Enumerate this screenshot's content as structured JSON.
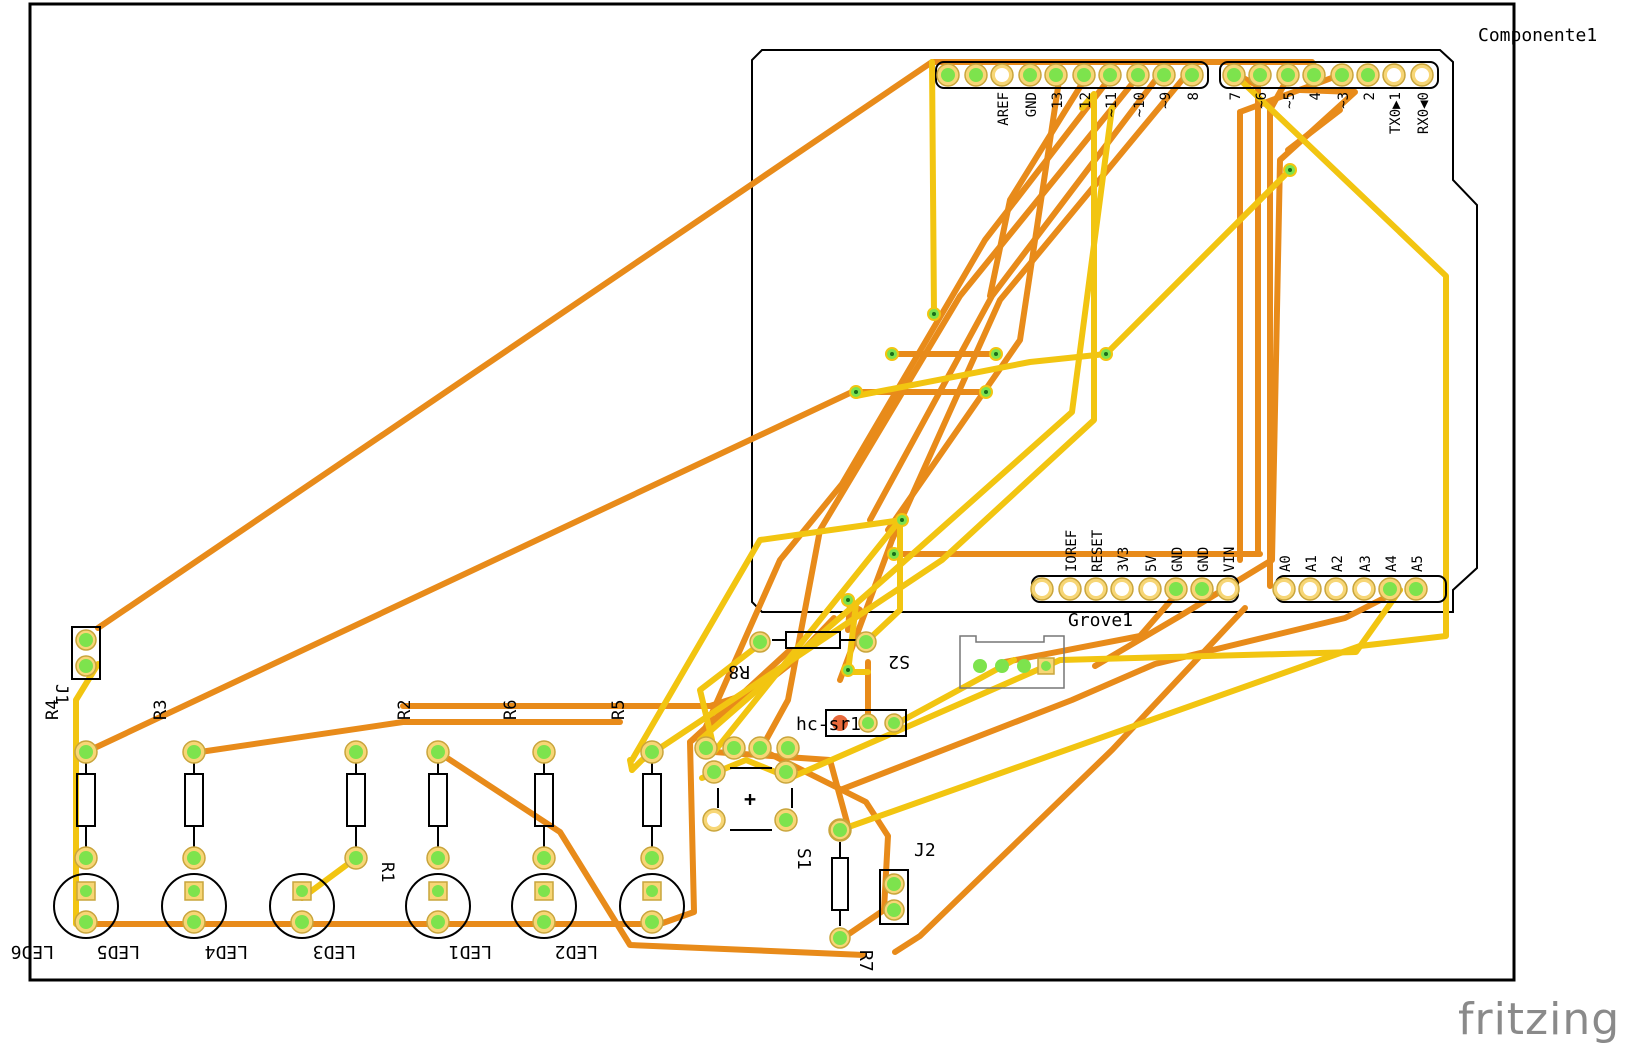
{
  "brand": "fritzing",
  "board": {
    "component_label": "Componente1",
    "top_header_labels": [
      "AREF",
      "GND",
      "13",
      "12",
      "~11",
      "~10",
      "~9",
      "8",
      "7",
      "~6",
      "~5",
      "4",
      "~3",
      "2",
      "TX0▶1",
      "RX0◀0"
    ],
    "bottom_header_labels": [
      "IOREF",
      "RESET",
      "3V3",
      "5V",
      "GND",
      "GND",
      "VIN",
      "A0",
      "A1",
      "A2",
      "A3",
      "A4",
      "A5"
    ]
  },
  "components": {
    "leds": [
      "LED6",
      "LED5",
      "LED4",
      "LED3",
      "LED1",
      "LED2"
    ],
    "resistors": [
      "R4",
      "R3",
      "R1",
      "R2",
      "R6",
      "R5",
      "R8",
      "R7"
    ],
    "others": {
      "j1": "J1",
      "j2": "J2",
      "s1": "S1",
      "s2": "S2",
      "hcsr": "hc-sr1",
      "grove": "Grove1",
      "plus": "+"
    }
  },
  "colors": {
    "trace_bottom": "#e88b1a",
    "trace_top": "#f2c511",
    "pad_green": "#7de34d",
    "pad_ring": "#f7d676"
  }
}
